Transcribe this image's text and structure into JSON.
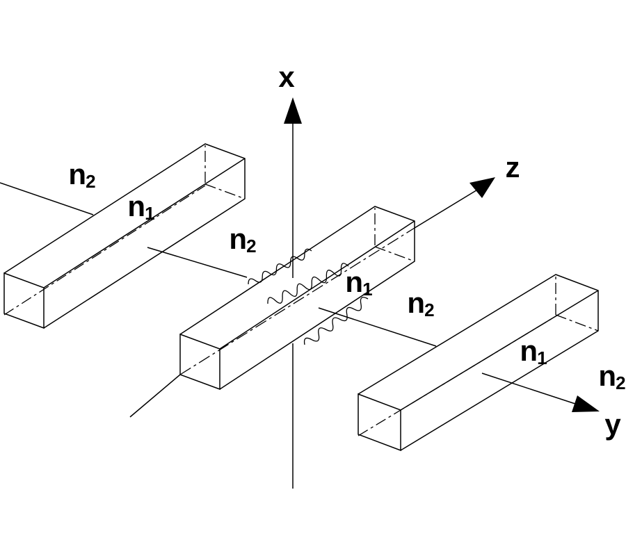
{
  "diagram": {
    "kind": "coupled rectangular optical waveguides with coordinate axes",
    "background": "#ffffff",
    "line_color": "#000000",
    "axis_labels": {
      "x": "x",
      "y": "y",
      "z": "z"
    },
    "index_labels": [
      {
        "name": "n2-upper-left-cladding",
        "base": "n",
        "sub": "2"
      },
      {
        "name": "n1-upper-left-waveguide",
        "base": "n",
        "sub": "1"
      },
      {
        "name": "n2-above-central-waveguide",
        "base": "n",
        "sub": "2"
      },
      {
        "name": "n1-central-waveguide",
        "base": "n",
        "sub": "1"
      },
      {
        "name": "n2-right-of-central",
        "base": "n",
        "sub": "2"
      },
      {
        "name": "n1-lower-right-waveguide",
        "base": "n",
        "sub": "1"
      },
      {
        "name": "n2-lower-right-cladding",
        "base": "n",
        "sub": "2"
      }
    ]
  }
}
